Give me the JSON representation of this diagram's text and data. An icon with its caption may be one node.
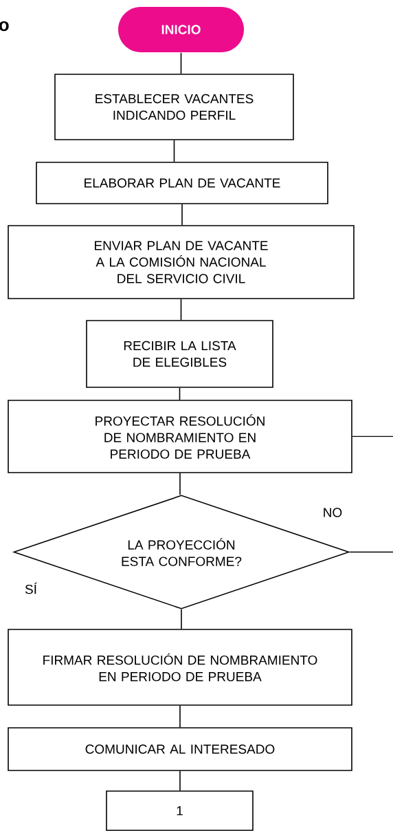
{
  "diagram": {
    "nodes": [
      {
        "text": [
          "INICIO"
        ]
      },
      {
        "text": [
          "ESTABLECER VACANTES INDICANDO PERFIL"
        ]
      },
      {
        "text": [
          "ELABORAR PLAN DE VACANTE"
        ]
      },
      {
        "text": [
          "ENVIAR PLAN DE VACANTE A LA COMISIÓN NACIONAL DEL SERVICIO CIVIL"
        ]
      },
      {
        "text": [
          "RECIBIR LA LISTA DE ELEGIBLES"
        ]
      },
      {
        "text": [
          "PROYECTAR RESOLUCIÓN DE NOMBRAMIENTO EN PERIODO DE PRUEBA"
        ]
      },
      {
        "text": [
          "LA PROYECCIÓN ESTA CONFORME?"
        ]
      },
      {
        "text": [
          "FIRMAR RESOLUCIÓN DE NOMBRAMIENTO EN PERIODO DE PRUEBA"
        ]
      },
      {
        "text": [
          "COMUNICAR AL INTERESADO"
        ]
      },
      {
        "text": [
          "1"
        ]
      }
    ],
    "edges": [
      {
        "from": 0,
        "to": 1,
        "arrow": "none"
      },
      {
        "from": 1,
        "to": 2,
        "arrow": "none"
      },
      {
        "from": 2,
        "to": 3,
        "arrow": "none"
      },
      {
        "from": 3,
        "to": 4,
        "arrow": "none"
      },
      {
        "from": 4,
        "to": 5,
        "arrow": "none"
      },
      {
        "from": 5,
        "to": 6,
        "arrow": "none"
      },
      {
        "from": 6,
        "to": 7,
        "arrow": "none"
      },
      {
        "from": 7,
        "to": 8,
        "arrow": "none"
      },
      {
        "from": 8,
        "to": 9,
        "arrow": "none"
      },
      {
        "from": 5,
        "to": null,
        "arrow": "none"
      },
      {
        "from": 6,
        "to": null,
        "arrow": "none",
        "label": "NO"
      }
    ],
    "labels": [
      "o",
      "SÍ"
    ]
  }
}
